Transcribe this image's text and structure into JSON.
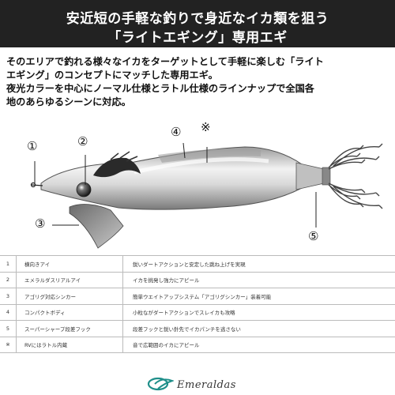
{
  "banner": {
    "line1": "安近短の手軽な釣りで身近なイカ類を狙う",
    "line2": "「ライトエギング」専用エギ"
  },
  "description": {
    "lines": [
      "そのエリアで釣れる様々なイカをターゲットとして手軽に楽しむ「ライト",
      "エギング」のコンセプトにマッチした専用エギ。",
      "夜光カラーを中心にノーマル仕様とラトル仕様のラインナップで全国各",
      "地のあらゆるシーンに対応。"
    ]
  },
  "diagram": {
    "callouts": [
      "①",
      "②",
      "③",
      "④",
      "※",
      "⑤"
    ]
  },
  "spec_table": {
    "rows": [
      {
        "num": "1",
        "name": "横向きアイ",
        "note": "鋭いダートアクションと安定した跳ね上げを実現"
      },
      {
        "num": "2",
        "name": "エメラルダスリアルアイ",
        "note": "イカを挑発し強力にアピール"
      },
      {
        "num": "3",
        "name": "アゴリグ対応シンカー",
        "note": "簡単ウエイトアップシステム「アゴリグシンカー」装着可能"
      },
      {
        "num": "4",
        "name": "コンパクトボディ",
        "note": "小粒ながダートアクションでスレイカも攻略"
      },
      {
        "num": "5",
        "name": "スーパーシャープ段差フック",
        "note": "段差フックと鋭い針先でイカパンチを逃さない"
      },
      {
        "num": "※",
        "name": "RVにはラトル内蔵",
        "note": "音で広範囲のイカにアピール"
      }
    ]
  },
  "brand": {
    "name": "Emeraldas"
  }
}
